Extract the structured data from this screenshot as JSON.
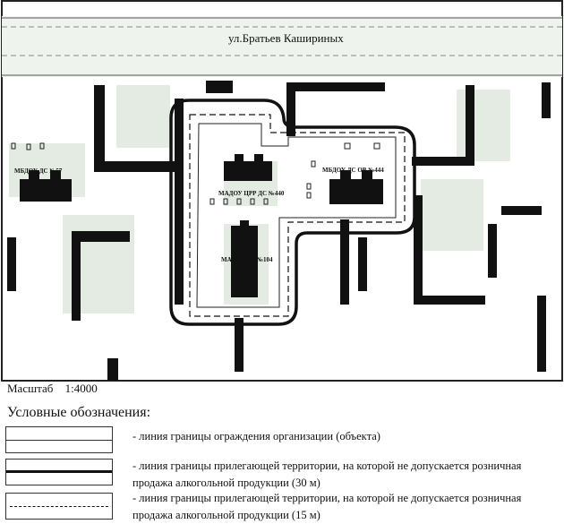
{
  "map": {
    "street_label": "ул.Братьев Кашириных",
    "labels": {
      "mbdou57": "МБДОУ ДС №57",
      "madou440": "МАДОУ ЦРР ДС №440",
      "mbdou444": "МБДОУ ДС ОВ №444",
      "maou104_left": "МАО",
      "maou104_right": "№104"
    }
  },
  "scale": {
    "label": "Масштаб",
    "value": "1:4000"
  },
  "legend": {
    "title": "Условные обозначения:",
    "items": [
      {
        "text": "- линия границы ограждения организации (объекта)"
      },
      {
        "text": "- линия границы прилегающей территории, на которой не допускается розничная продажа алкогольной продукции (30 м)"
      },
      {
        "text": "- линия границы прилегающей территории, на которой не допускается розничная продажа алкогольной продукции (15 м)"
      }
    ]
  }
}
